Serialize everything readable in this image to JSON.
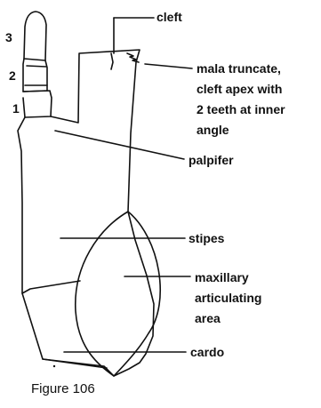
{
  "figure": {
    "caption": "Figure 106",
    "palp_segments": [
      "3",
      "2",
      "1"
    ],
    "labels": {
      "cleft": "cleft",
      "mala": [
        "mala truncate,",
        "cleft apex with",
        "2 teeth at inner",
        "angle"
      ],
      "palpifer": "palpifer",
      "stipes": "stipes",
      "maxillary": [
        "maxillary",
        "articulating",
        "area"
      ],
      "cardo": "cardo"
    },
    "colors": {
      "ink": "#111111",
      "background": "#ffffff"
    }
  }
}
